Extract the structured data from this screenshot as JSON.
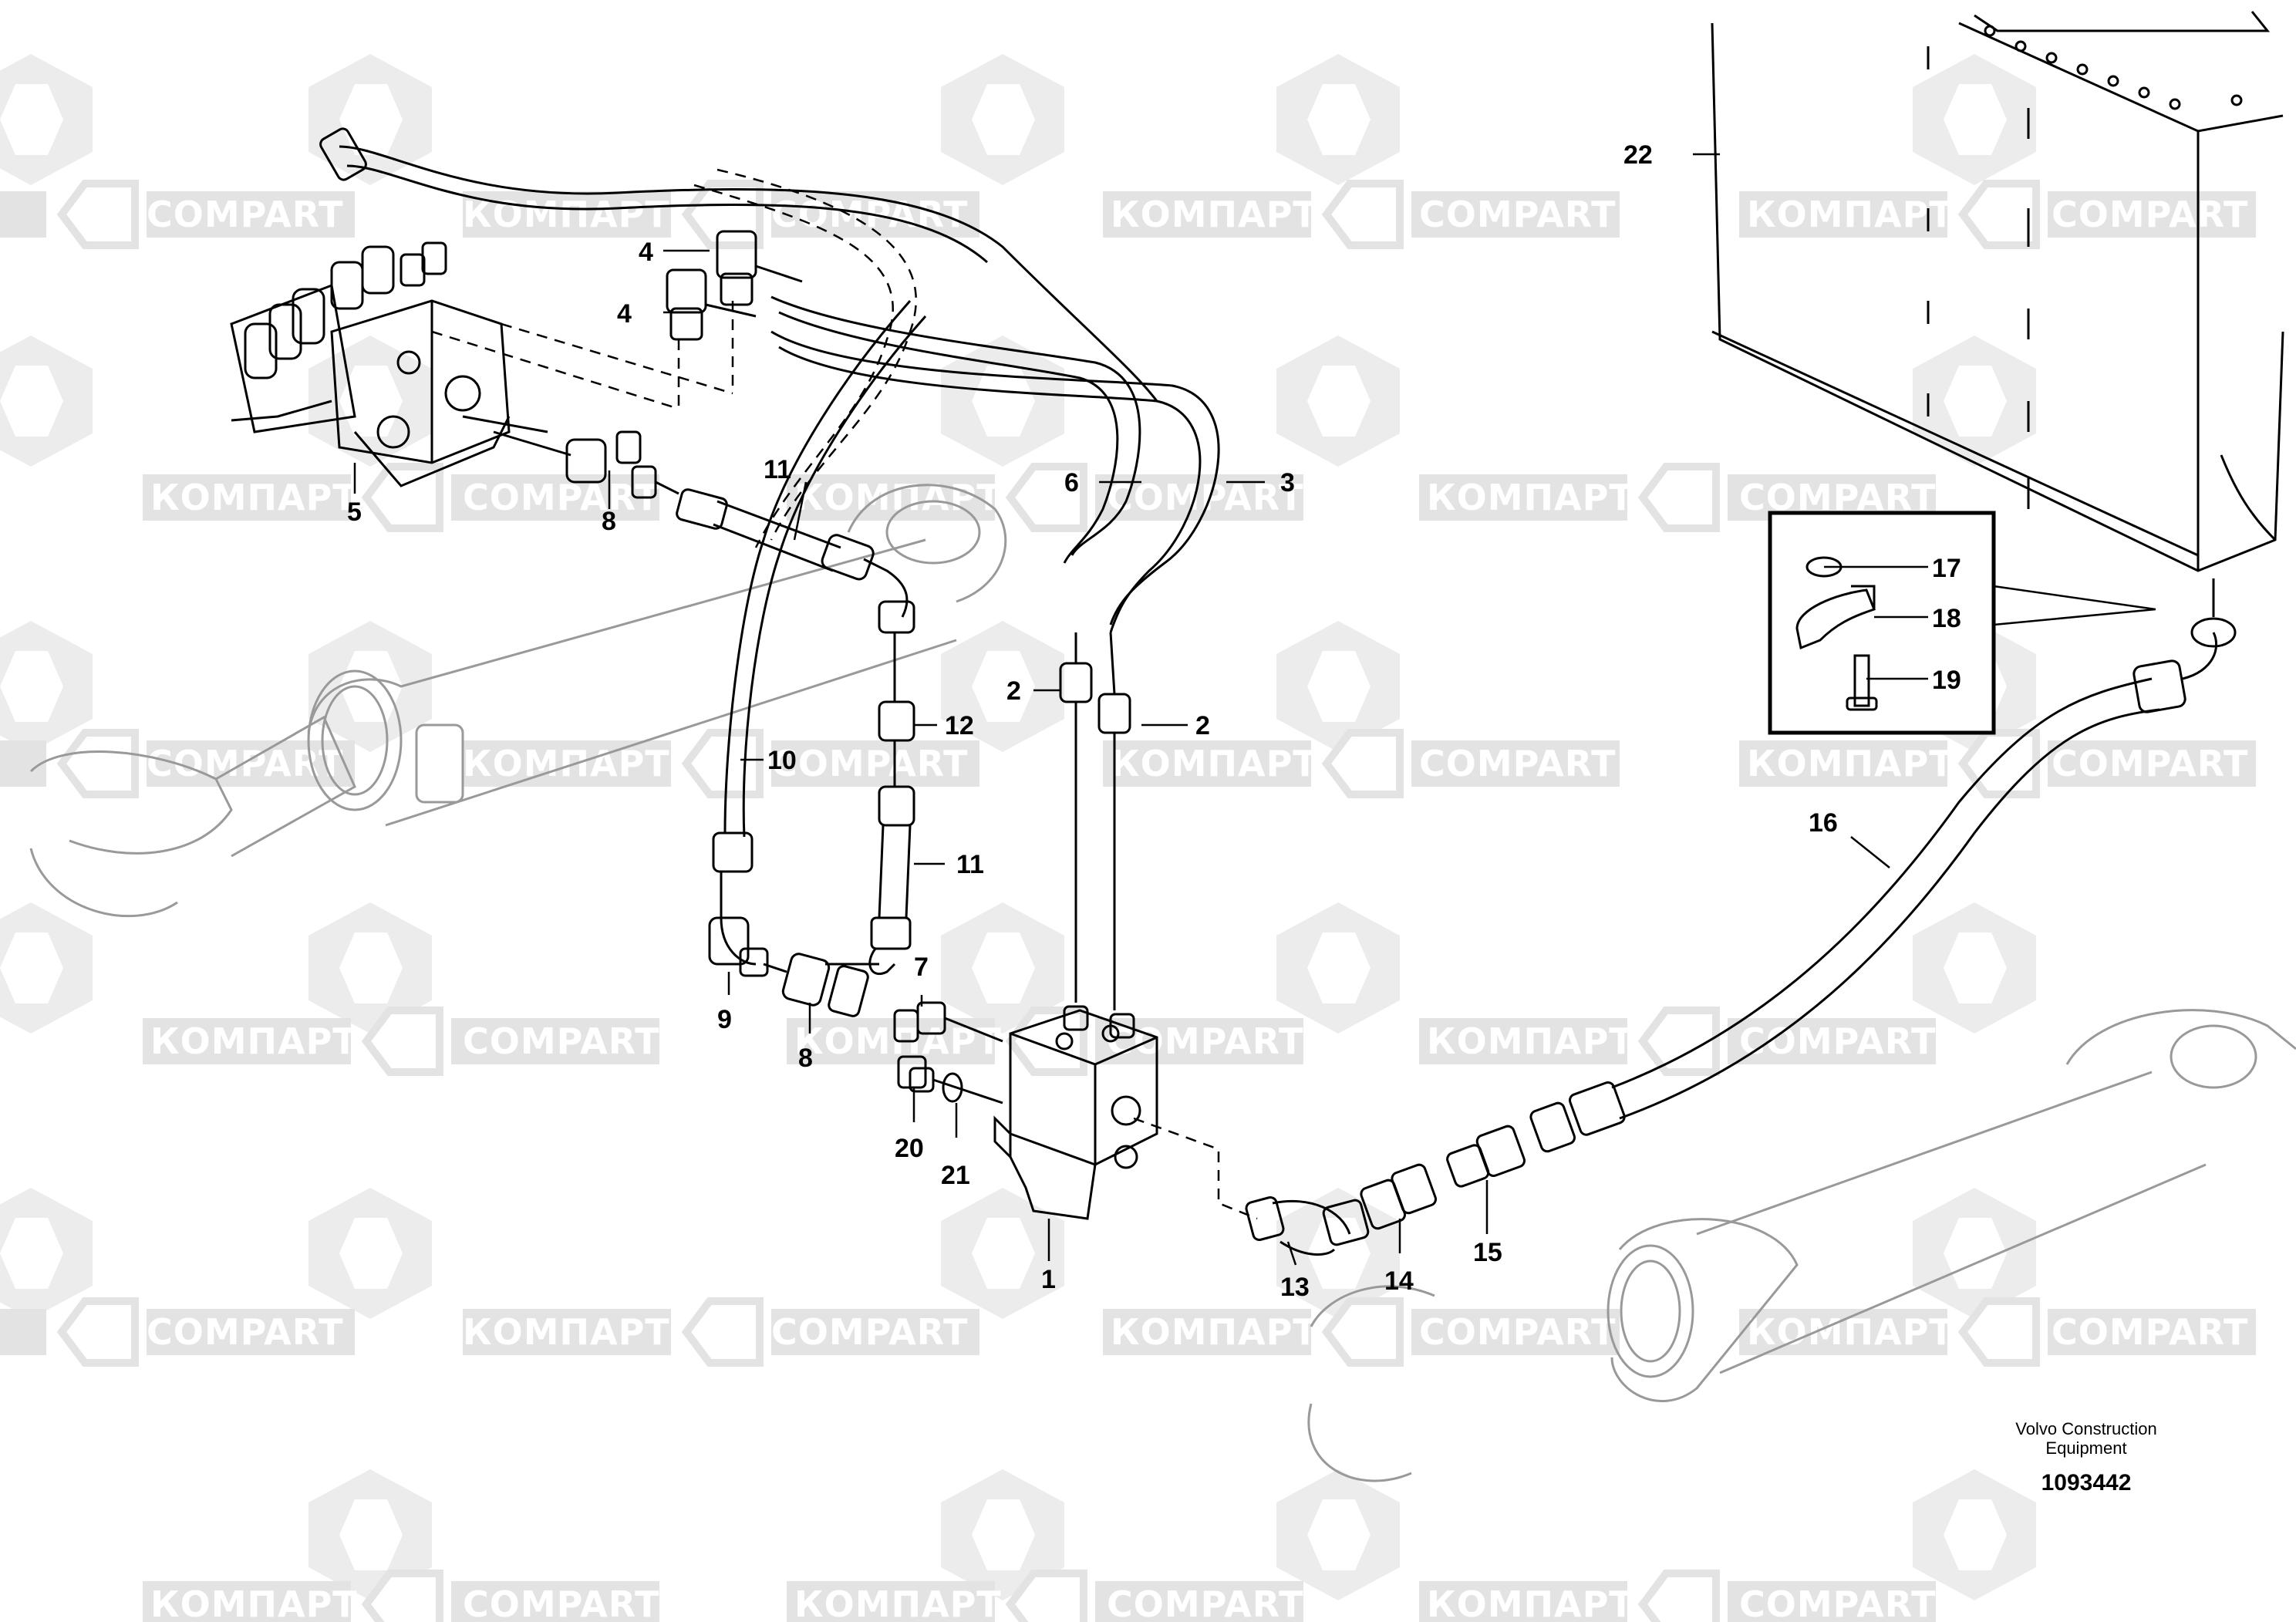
{
  "watermark": {
    "text_cyrillic": "КОМПАРТ",
    "text_latin": "COMPART"
  },
  "callouts": {
    "c1": "1",
    "c2a": "2",
    "c2b": "2",
    "c3": "3",
    "c4a": "4",
    "c4b": "4",
    "c5": "5",
    "c6": "6",
    "c7": "7",
    "c8a": "8",
    "c8b": "8",
    "c9": "9",
    "c10": "10",
    "c11a": "11",
    "c11b": "11",
    "c12": "12",
    "c13": "13",
    "c14": "14",
    "c15": "15",
    "c16": "16",
    "c17": "17",
    "c18": "18",
    "c19": "19",
    "c20": "20",
    "c21": "21",
    "c22": "22"
  },
  "footer": {
    "brand_line1": "Volvo Construction",
    "brand_line2": "Equipment",
    "doc_number": "1093442"
  },
  "colors": {
    "watermark_band": "#e6e6e6",
    "watermark_logo": "#ececec",
    "line": "#000000",
    "ghost": "#999999"
  }
}
